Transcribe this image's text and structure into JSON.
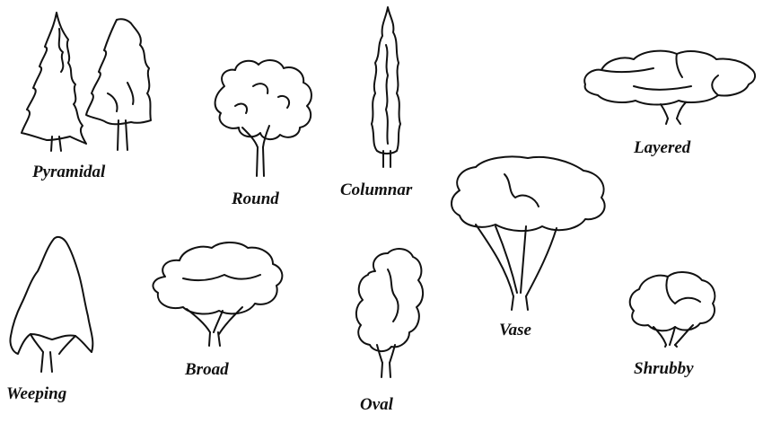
{
  "tree_forms": [
    {
      "label": "Pyramidal",
      "icon": "pyramidal-tree-icon"
    },
    {
      "label": "Round",
      "icon": "round-tree-icon"
    },
    {
      "label": "Columnar",
      "icon": "columnar-tree-icon"
    },
    {
      "label": "Layered",
      "icon": "layered-tree-icon"
    },
    {
      "label": "Vase",
      "icon": "vase-tree-icon"
    },
    {
      "label": "Weeping",
      "icon": "weeping-tree-icon"
    },
    {
      "label": "Broad",
      "icon": "broad-tree-icon"
    },
    {
      "label": "Oval",
      "icon": "oval-tree-icon"
    },
    {
      "label": "Shrubby",
      "icon": "shrubby-tree-icon"
    }
  ],
  "colors": {
    "ink": "#111111",
    "background": "#ffffff"
  }
}
